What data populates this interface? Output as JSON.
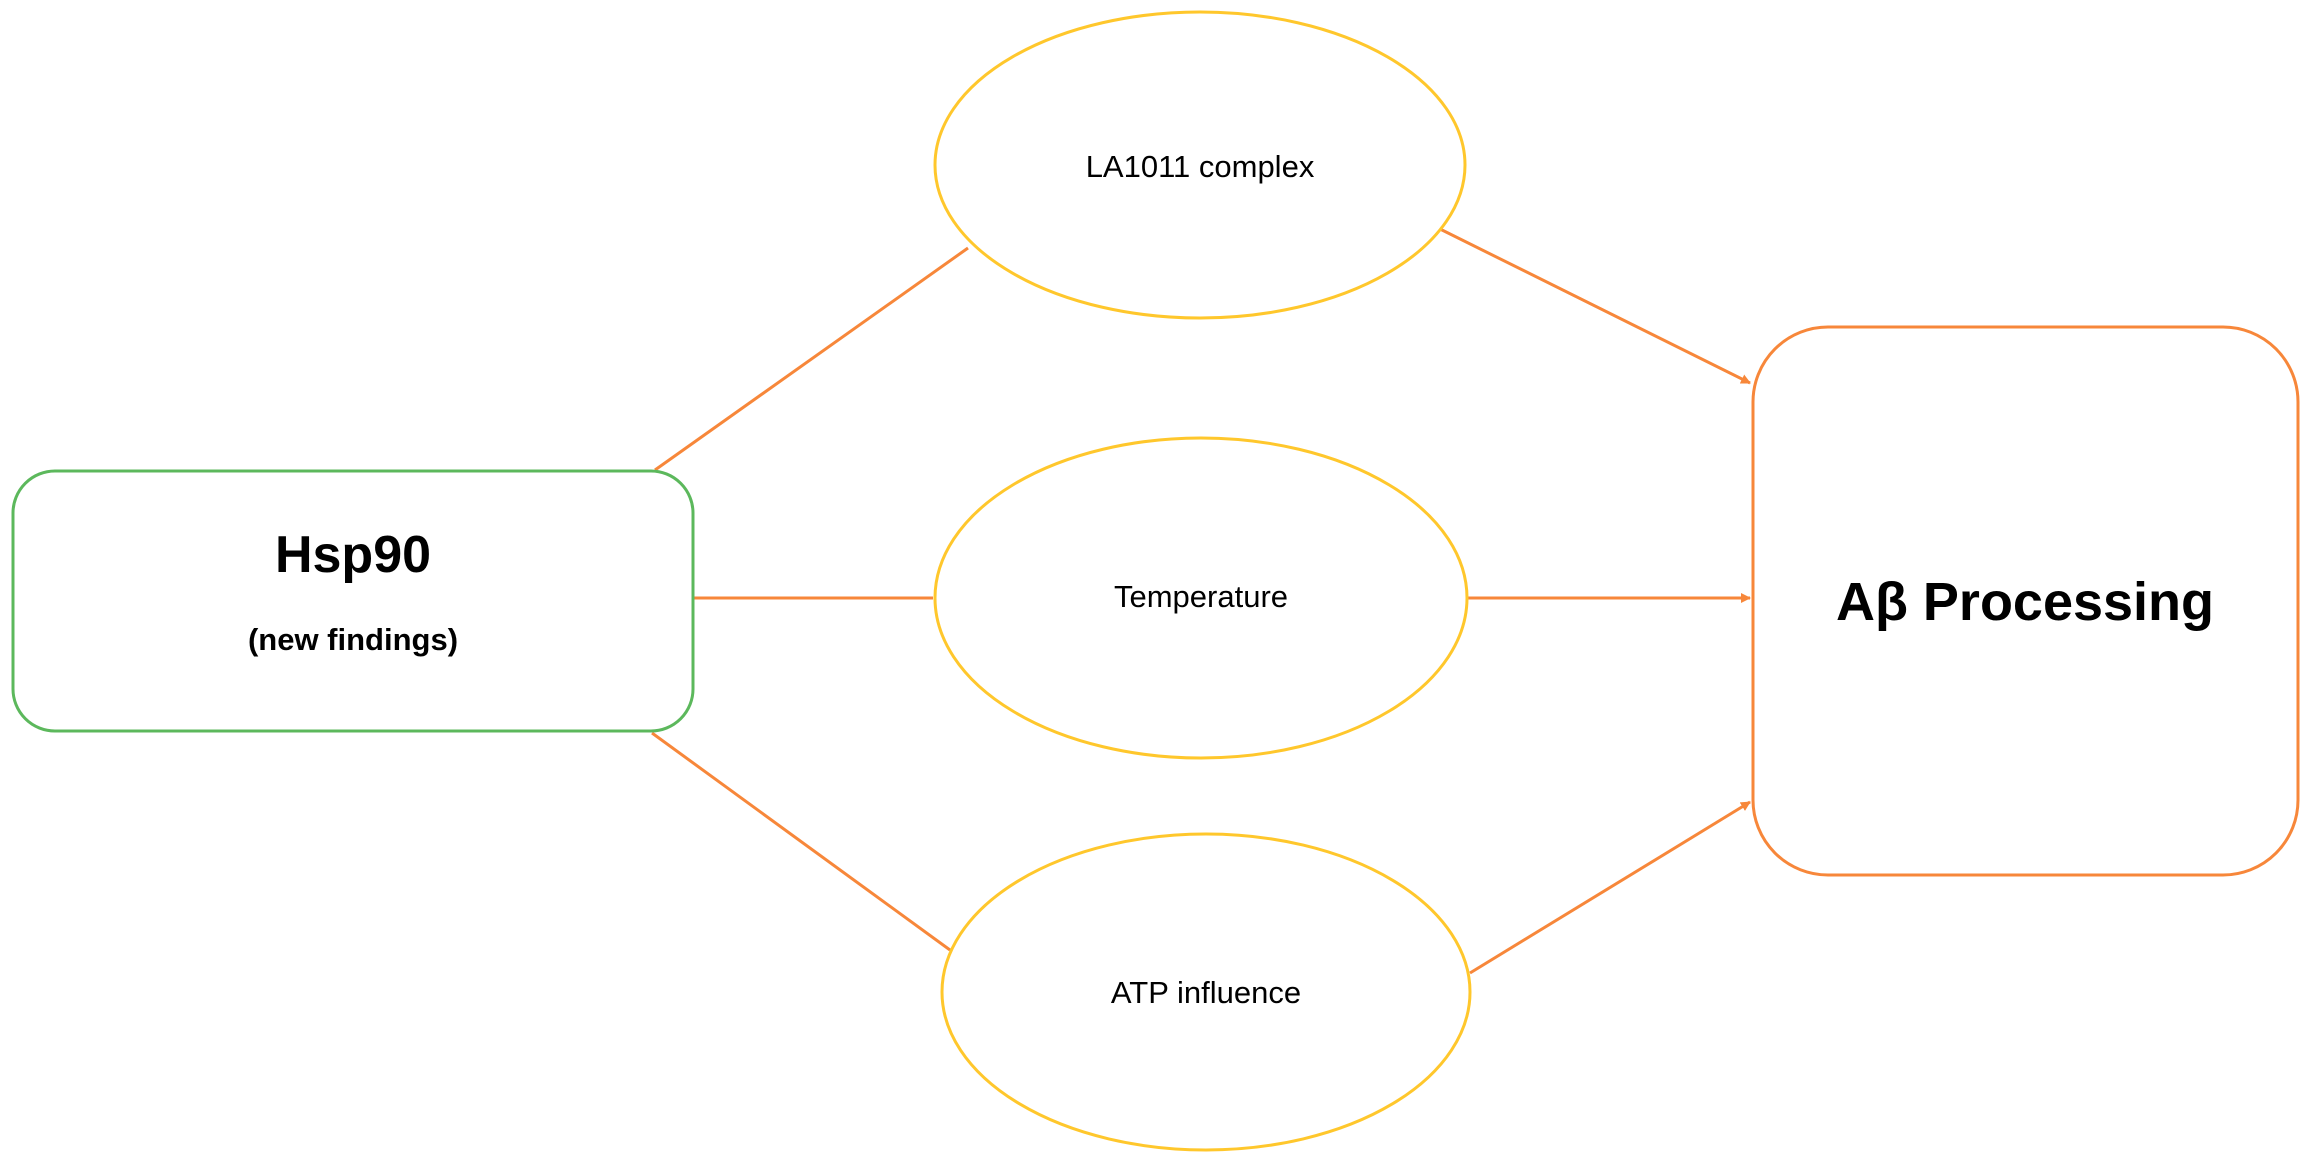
{
  "colors": {
    "source_border": "#5cb85c",
    "factor_border": "#ffc72c",
    "target_border": "#f7873a",
    "edge": "#f7873a",
    "text": "#000000",
    "background": "#ffffff"
  },
  "nodes": {
    "source": {
      "title": "Hsp90",
      "subtitle": "(new findings)"
    },
    "factor_top": {
      "label": "LA1011 complex"
    },
    "factor_middle": {
      "label": "Temperature"
    },
    "factor_bottom": {
      "label": "ATP influence"
    },
    "target": {
      "label": "Aβ Processing"
    }
  },
  "edges": [
    {
      "from": "source",
      "to": "factor_top",
      "arrow": false
    },
    {
      "from": "source",
      "to": "factor_middle",
      "arrow": false
    },
    {
      "from": "source",
      "to": "factor_bottom",
      "arrow": false
    },
    {
      "from": "factor_top",
      "to": "target",
      "arrow": true
    },
    {
      "from": "factor_middle",
      "to": "target",
      "arrow": true
    },
    {
      "from": "factor_bottom",
      "to": "target",
      "arrow": true
    }
  ]
}
